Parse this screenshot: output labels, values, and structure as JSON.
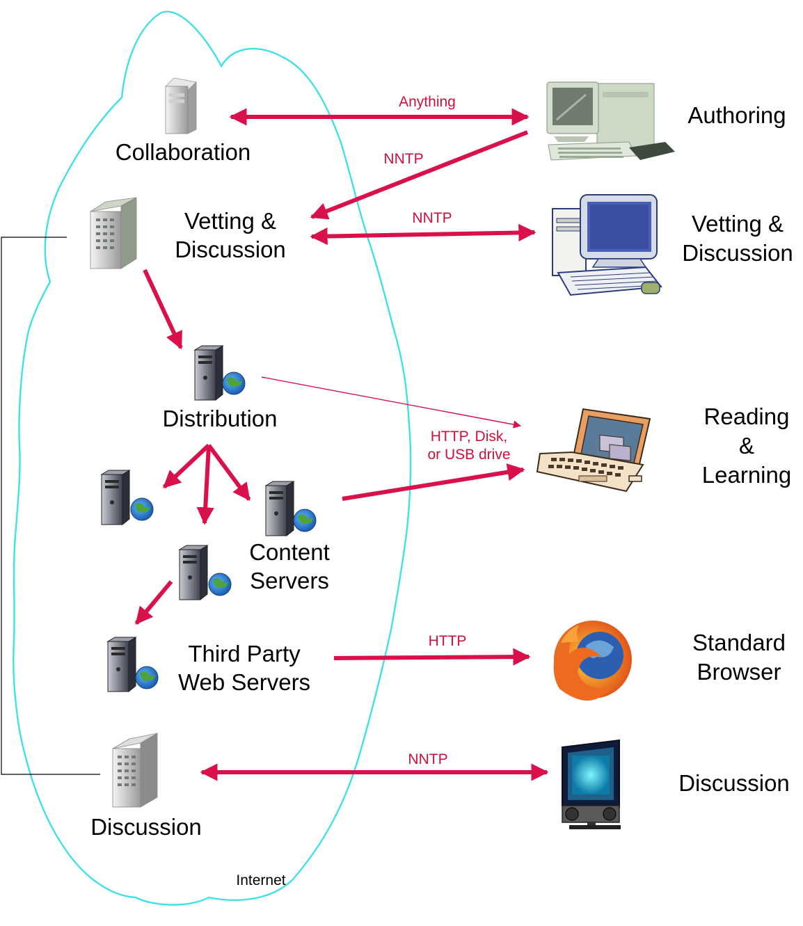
{
  "labels": {
    "collaboration": "Collaboration",
    "vetting_server_1": "Vetting &",
    "vetting_server_2": "Discussion",
    "distribution": "Distribution",
    "content_1": "Content",
    "content_2": "Servers",
    "third_party_1": "Third Party",
    "third_party_2": "Web Servers",
    "discussion_server": "Discussion",
    "internet": "Internet",
    "authoring": "Authoring",
    "vetting_client_1": "Vetting &",
    "vetting_client_2": "Discussion",
    "reading_1": "Reading",
    "reading_2": "&",
    "reading_3": "Learning",
    "browser_1": "Standard",
    "browser_2": "Browser",
    "discussion_client": "Discussion"
  },
  "protocols": {
    "anything": "Anything",
    "nntp_authoring": "NNTP",
    "nntp_vetting": "NNTP",
    "http_disk_1": "HTTP, Disk,",
    "http_disk_2": "or USB drive",
    "http": "HTTP",
    "nntp_discussion": "NNTP"
  },
  "colors": {
    "arrow": "#d9104a",
    "cloud": "#40e0e8"
  }
}
